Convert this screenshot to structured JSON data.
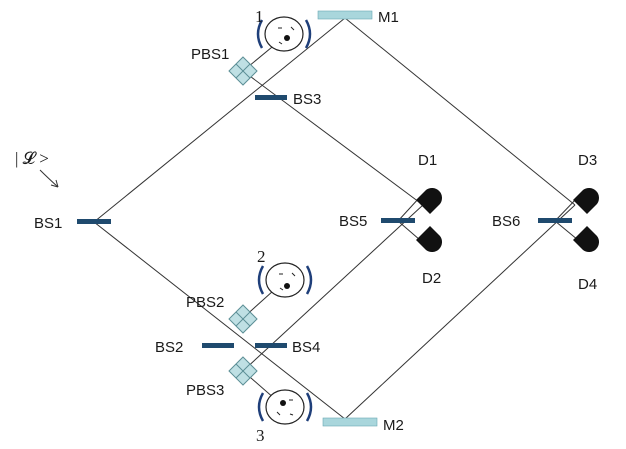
{
  "colors": {
    "beam_splitter": "#1f4a6e",
    "mirror": "#a9d6dc",
    "pbs": "#bfe0e4",
    "detector": "#111111",
    "ring": "#1f3f7a",
    "line": "#333333"
  },
  "labels": {
    "input_state": "| 𝓛 >",
    "bs1": "BS1",
    "bs2": "BS2",
    "bs3": "BS3",
    "bs4": "BS4",
    "bs5": "BS5",
    "bs6": "BS6",
    "pbs1": "PBS1",
    "pbs2": "PBS2",
    "pbs3": "PBS3",
    "m1": "M1",
    "m2": "M2",
    "d1": "D1",
    "d2": "D2",
    "d3": "D3",
    "d4": "D4",
    "qd1": "1",
    "qd2": "2",
    "qd3": "3"
  }
}
